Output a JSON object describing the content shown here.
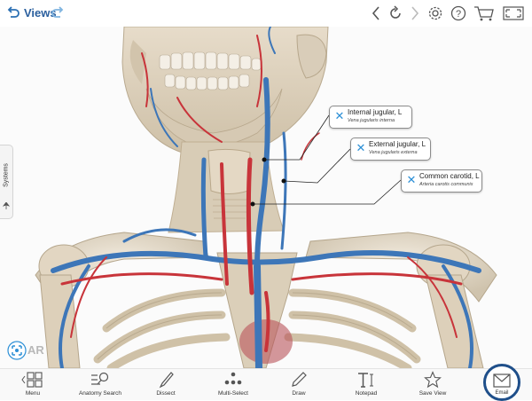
{
  "topbar": {
    "views_label": "Views",
    "icons": [
      "undo-icon",
      "redo-icon",
      "back-icon",
      "reset-icon",
      "forward-icon",
      "settings-icon",
      "help-icon",
      "cart-icon",
      "fullscreen-icon"
    ]
  },
  "sidebar": {
    "systems_label": "Systems"
  },
  "callouts": [
    {
      "label": "Internal jugular, L",
      "latin": "Vena jugularis interna"
    },
    {
      "label": "External jugular, L",
      "latin": "Vena jugularis externa"
    },
    {
      "label": "Common carotid, L",
      "latin": "Arteria carotis communis"
    }
  ],
  "ar": {
    "label": "AR"
  },
  "bottombar": {
    "items": [
      {
        "label": "Menu",
        "icon": "menu-grid-icon"
      },
      {
        "label": "Anatomy Search",
        "icon": "anatomy-search-icon"
      },
      {
        "label": "Dissect",
        "icon": "scalpel-icon"
      },
      {
        "label": "Multi-Select",
        "icon": "multi-select-icon"
      },
      {
        "label": "Draw",
        "icon": "pencil-icon"
      },
      {
        "label": "Notepad",
        "icon": "text-icon"
      },
      {
        "label": "Save View",
        "icon": "star-icon"
      },
      {
        "label": "Email",
        "icon": "envelope-icon"
      }
    ]
  },
  "colors": {
    "accent": "#2b8fd6",
    "artery": "#c8343a",
    "vein": "#3d76b8",
    "bone": "#e6dccb",
    "email_ring": "#1f4f8a"
  }
}
